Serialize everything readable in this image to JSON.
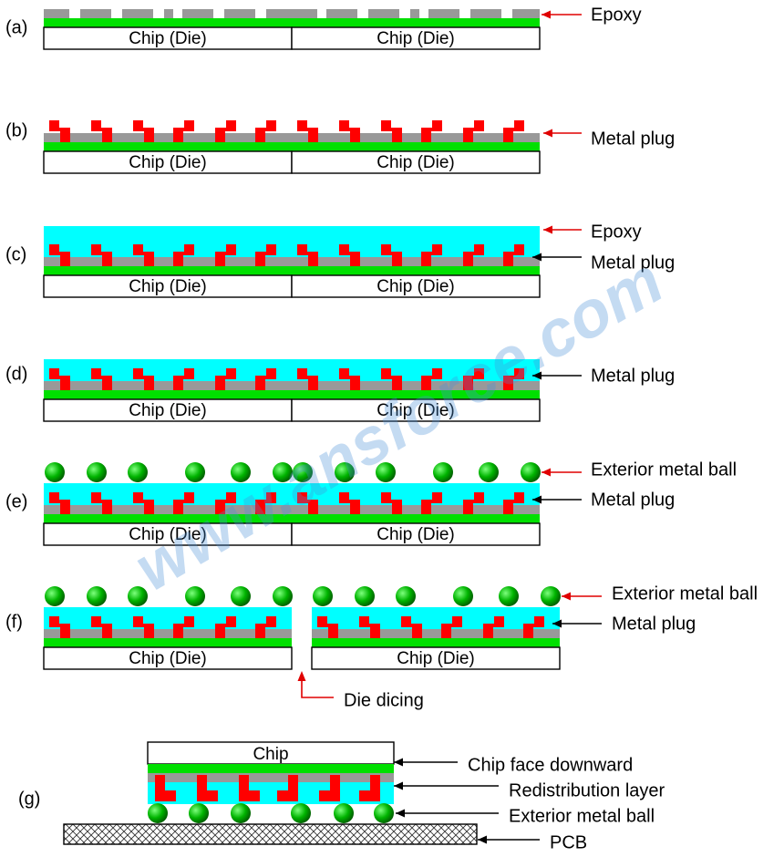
{
  "colors": {
    "chip_fill": "#ffffff",
    "active_layer": "#00e000",
    "epoxy_base": "#999999",
    "metal_plug": "#ff0000",
    "epoxy_mold": "#00ffff",
    "metal_ball": "#00b000",
    "arrow_red": "#e00000",
    "arrow_black": "#000000",
    "pcb_hatch": "#333333"
  },
  "chip_label": "Chip (Die)",
  "steps": [
    {
      "id": "a",
      "label": "(a)",
      "callouts": [
        "Epoxy"
      ]
    },
    {
      "id": "b",
      "label": "(b)",
      "callouts": [
        "Metal plug"
      ]
    },
    {
      "id": "c",
      "label": "(c)",
      "callouts": [
        "Epoxy",
        "Metal plug"
      ]
    },
    {
      "id": "d",
      "label": "(d)",
      "callouts": [
        "Metal plug"
      ]
    },
    {
      "id": "e",
      "label": "(e)",
      "callouts": [
        "Exterior metal ball",
        "Metal plug"
      ]
    },
    {
      "id": "f",
      "label": "(f)",
      "callouts": [
        "Exterior metal ball",
        "Metal plug",
        "Die dicing"
      ]
    },
    {
      "id": "g",
      "label": "(g)",
      "chip_label": "Chip",
      "callouts": [
        "Chip face downward",
        "Redistribution layer",
        "Exterior metal ball",
        "PCB"
      ]
    }
  ],
  "watermark": "www.ansforce.com"
}
